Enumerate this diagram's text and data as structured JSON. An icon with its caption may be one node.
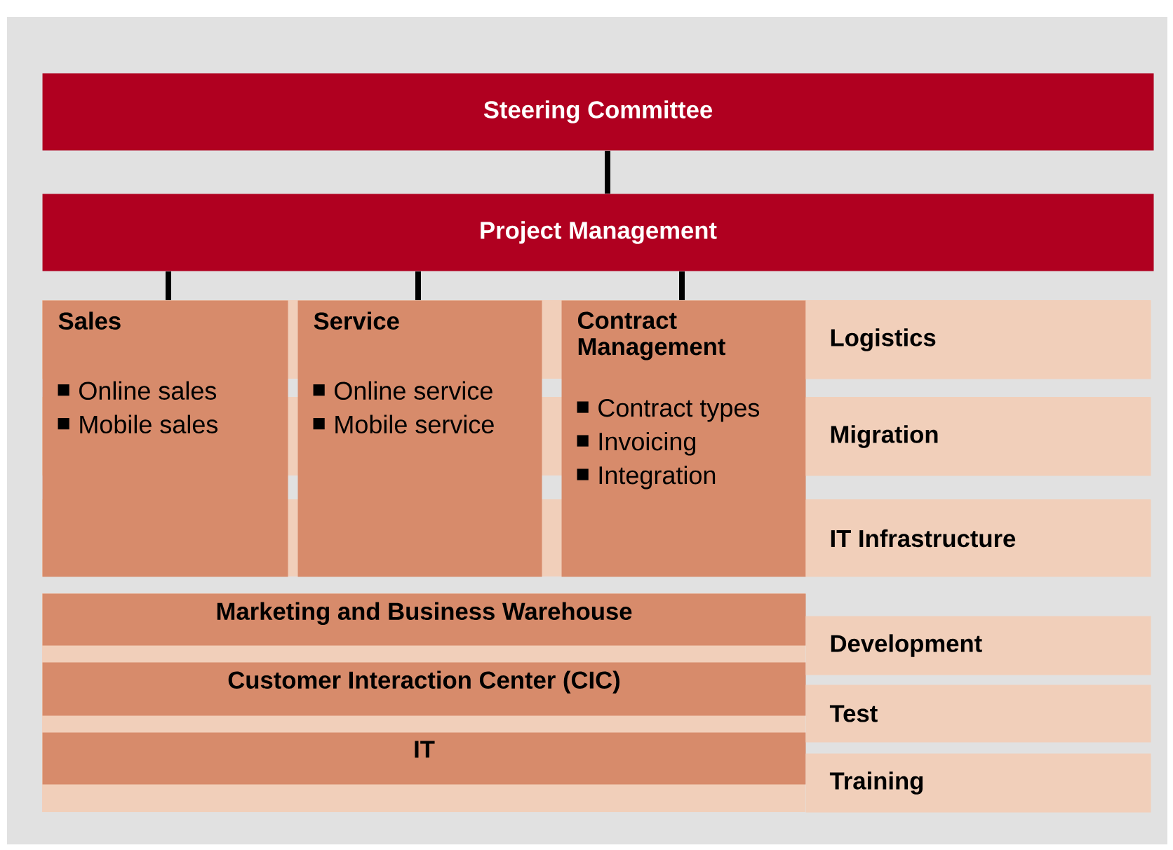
{
  "diagram": {
    "nodes": [
      {
        "text": [
          "Steering Committee"
        ]
      },
      {
        "text": [
          "Project Management"
        ]
      },
      {
        "text": [
          "Sales",
          "Online sales",
          "Mobile sales"
        ]
      },
      {
        "text": [
          "Service",
          "Online service",
          "Mobile service"
        ]
      },
      {
        "text": [
          "Contract Management",
          "Contract types",
          "Invoicing",
          "Integration"
        ]
      },
      {
        "text": [
          "Logistics"
        ]
      },
      {
        "text": [
          "Migration"
        ]
      },
      {
        "text": [
          "IT Infrastructure"
        ]
      },
      {
        "text": [
          "Marketing and Business Warehouse"
        ]
      },
      {
        "text": [
          "Customer Interaction Center (CIC)"
        ]
      },
      {
        "text": [
          "IT"
        ]
      },
      {
        "text": [
          "Development"
        ]
      },
      {
        "text": [
          "Test"
        ]
      },
      {
        "text": [
          "Training"
        ]
      }
    ],
    "edges": [
      {
        "from": 0,
        "to": 1,
        "arrow": "none"
      },
      {
        "from": 1,
        "to": 2,
        "arrow": "none"
      },
      {
        "from": 1,
        "to": 3,
        "arrow": "none"
      },
      {
        "from": 1,
        "to": 4,
        "arrow": "none"
      }
    ]
  }
}
